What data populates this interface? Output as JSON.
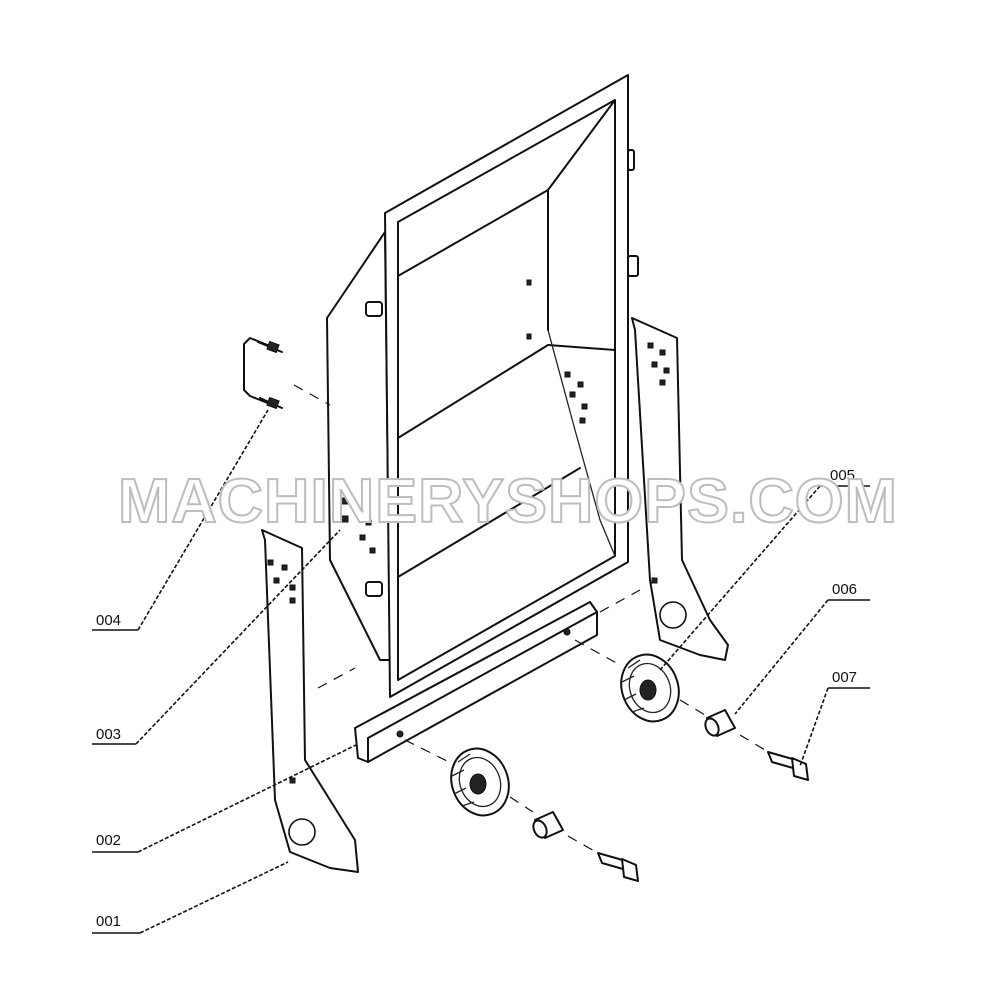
{
  "watermark": "MACHINERYSHOPS.COM",
  "callouts": [
    {
      "id": "001",
      "label": "001"
    },
    {
      "id": "002",
      "label": "002"
    },
    {
      "id": "003",
      "label": "003"
    },
    {
      "id": "004",
      "label": "004"
    },
    {
      "id": "005",
      "label": "005"
    },
    {
      "id": "006",
      "label": "006"
    },
    {
      "id": "007",
      "label": "007"
    }
  ]
}
